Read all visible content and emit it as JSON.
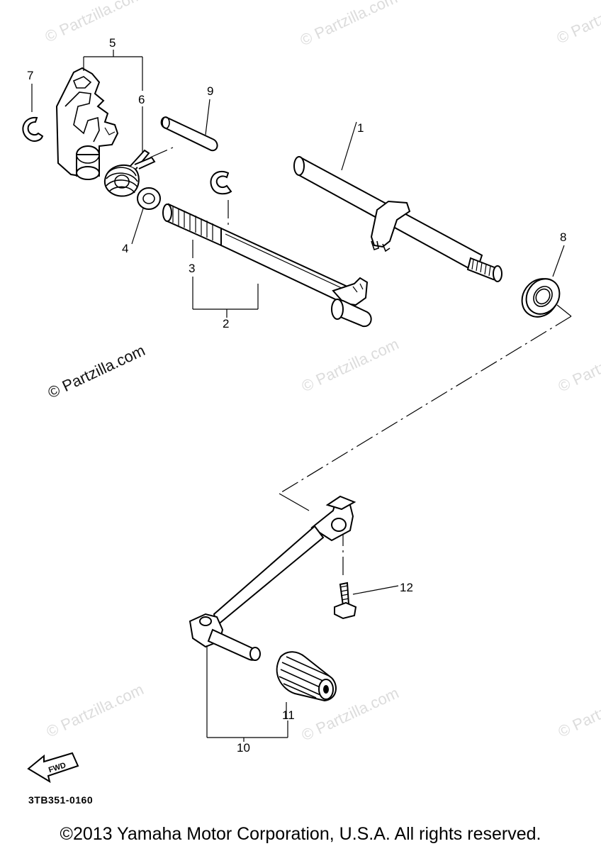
{
  "watermark_text": "© Partzilla.com",
  "part_labels": {
    "p1": "1",
    "p2": "2",
    "p3": "3",
    "p4": "4",
    "p5": "5",
    "p6": "6",
    "p7": "7",
    "p8": "8",
    "p9": "9",
    "p10": "10",
    "p11": "11",
    "p12": "12"
  },
  "fwd_label": "FWD",
  "diagram_code": "3TB351-0160",
  "copyright": "©2013 Yamaha Motor Corporation, U.S.A. All rights reserved."
}
